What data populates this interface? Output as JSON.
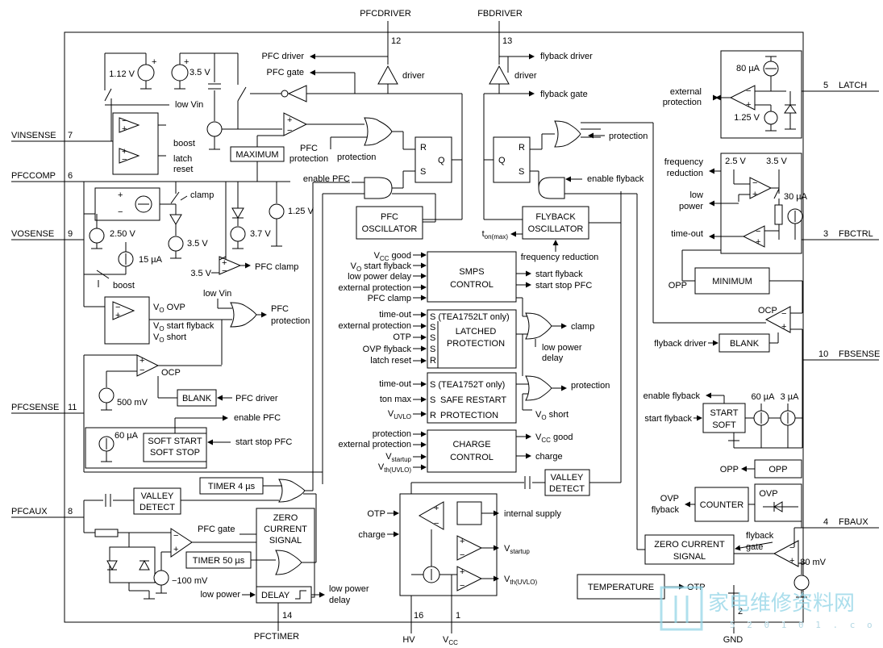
{
  "pins_top": [
    {
      "name": "PFCDRIVER",
      "num": "12"
    },
    {
      "name": "FBDRIVER",
      "num": "13"
    }
  ],
  "pins_left": [
    {
      "name": "VINSENSE",
      "num": "7"
    },
    {
      "name": "PFCCOMP",
      "num": "6"
    },
    {
      "name": "VOSENSE",
      "num": "9"
    },
    {
      "name": "PFCSENSE",
      "num": "11"
    },
    {
      "name": "PFCAUX",
      "num": "8"
    }
  ],
  "pins_right": [
    {
      "name": "LATCH",
      "num": "5"
    },
    {
      "name": "FBCTRL",
      "num": "3"
    },
    {
      "name": "FBSENSE",
      "num": "10"
    },
    {
      "name": "FBAUX",
      "num": "4"
    }
  ],
  "pins_bottom": [
    {
      "name": "PFCTIMER",
      "num": "14"
    },
    {
      "name": "HV",
      "num": "16"
    },
    {
      "name": "V",
      "sub": "CC",
      "num": "1"
    },
    {
      "name": "GND",
      "num": "2"
    }
  ],
  "blocks": {
    "maximum": "MAXIMUM",
    "pfc_osc_1": "PFC",
    "pfc_osc_2": "OSCILLATOR",
    "flyback_osc_1": "FLYBACK",
    "flyback_osc_2": "OSCILLATOR",
    "smps_1": "SMPS",
    "smps_2": "CONTROL",
    "latched_1": "S (TEA1752LT only)",
    "latched_2": "S",
    "latched_3": "S",
    "latched_4": "S",
    "latched_5": "R",
    "latched_title_1": "LATCHED",
    "latched_title_2": "PROTECTION",
    "safe_1": "S (TEA1752T only)",
    "safe_2": "S",
    "safe_3": "R",
    "safe_title_1": "SAFE RESTART",
    "safe_title_2": "PROTECTION",
    "charge_1": "CHARGE",
    "charge_2": "CONTROL",
    "blank_pfc": "BLANK",
    "blank_fb": "BLANK",
    "soft_1": "SOFT START",
    "soft_2": "SOFT STOP",
    "timer4": "TIMER 4 µs",
    "timer50": "TIMER 50 µs",
    "zcs_1": "ZERO",
    "zcs_2": "CURRENT",
    "zcs_3": "SIGNAL",
    "valley_pfc_1": "VALLEY",
    "valley_pfc_2": "DETECT",
    "valley_fb_1": "VALLEY",
    "valley_fb_2": "DETECT",
    "delay": "DELAY",
    "minimum": "MINIMUM",
    "start_soft_1": "START",
    "start_soft_2": "SOFT",
    "opp": "OPP",
    "counter": "COUNTER",
    "ovp": "OVP",
    "zcs_fb_1": "ZERO CURRENT",
    "zcs_fb_2": "SIGNAL",
    "temperature": "TEMPERATURE"
  },
  "labels": {
    "pfc_driver": "PFC driver",
    "pfc_gate": "PFC gate",
    "driver_a": "driver",
    "driver_b": "driver",
    "flyback_driver_top": "flyback driver",
    "flyback_gate_top": "flyback gate",
    "v112": "1.12 V",
    "v35a": "3.5 V",
    "low_vin": "low Vin",
    "boost": "boost",
    "latch": "latch",
    "reset": "reset",
    "pfc_prot_1": "PFC",
    "pfc_prot_2": "protection",
    "protection_a": "protection",
    "enable_pfc": "enable PFC",
    "r_a": "R",
    "q_a": "Q",
    "s_a": "S",
    "r_b": "R",
    "q_b": "Q",
    "s_b": "S",
    "protection_b": "protection",
    "enable_flyback": "enable flyback",
    "ton_max": "t",
    "ton_max_sub": "on(max)",
    "freq_red": "frequency reduction",
    "clamp": "clamp",
    "v37": "3.7 V",
    "v125a": "1.25 V",
    "v250": "2.50 V",
    "v35b": "3.5 V",
    "i15": "15 µA",
    "v35c": "3.5 V",
    "pfc_clamp": "PFC clamp",
    "boost2": "boost",
    "low_vin2": "low Vin",
    "vo_ovp": "V",
    "vo_ovp_sub": "O",
    "vo_ovp_rest": " OVP",
    "vo_start_fb": "V",
    "vo_start_fb_sub": "O",
    "vo_start_fb_rest": " start flyback",
    "vo_short": "V",
    "vo_short_sub": "O",
    "vo_short_rest": " short",
    "pfc_prot2_1": "PFC",
    "pfc_prot2_2": "protection",
    "ocp_a": "OCP",
    "mv500": "500 mV",
    "pfc_driver2": "PFC driver",
    "enable_pfc2": "enable PFC",
    "ua60a": "60 µA",
    "start_stop_pfc": "start stop PFC",
    "pfc_gate2": "PFC gate",
    "mv100": "−100 mV",
    "low_power": "low power",
    "low_power_delay_1": "low power",
    "low_power_delay_2": "delay",
    "smps_in_1": "V",
    "smps_in_1_sub": "CC",
    "smps_in_1_rest": " good",
    "smps_in_2": "V",
    "smps_in_2_sub": "O",
    "smps_in_2_rest": " start flyback",
    "smps_in_3": "low power delay",
    "smps_in_4": "external protection",
    "smps_in_5": "PFC clamp",
    "start_flyback": "start flyback",
    "start_stop_pfc2": "start stop PFC",
    "lat_in_1": "time-out",
    "lat_in_2": "external protection",
    "lat_in_3": "OTP",
    "lat_in_4": "OVP flyback",
    "lat_in_5": "latch reset",
    "clamp2": "clamp",
    "low_power_delay2_1": "low power",
    "low_power_delay2_2": "delay",
    "safe_in_1": "time-out",
    "safe_in_2": "ton max",
    "safe_in_3": "V",
    "safe_in_3_sub": "UVLO",
    "protection_c": "protection",
    "vo_short2": "V",
    "vo_short2_sub": "O",
    "vo_short2_rest": " short",
    "chg_in_1": "protection",
    "chg_in_2": "external protection",
    "chg_in_3": "V",
    "chg_in_3_sub": "startup",
    "chg_in_4": "V",
    "chg_in_4_sub": "th(UVLO)",
    "vcc_good": "V",
    "vcc_good_sub": "CC",
    "vcc_good_rest": " good",
    "charge_out": "charge",
    "otp_in": "OTP",
    "charge_in": "charge",
    "internal_supply": "internal supply",
    "vstartup": "V",
    "vstartup_sub": "startup",
    "vthuvlo": "V",
    "vthuvlo_sub": "th(UVLO)",
    "ua80": "80 µA",
    "ext_prot_1": "external",
    "ext_prot_2": "protection",
    "v125b": "1.25 V",
    "freq_red2_1": "frequency",
    "freq_red2_2": "reduction",
    "v25": "2.5 V",
    "v35d": "3.5 V",
    "low_power2_1": "low",
    "low_power2_2": "power",
    "ua30": "30 µA",
    "time_out": "time-out",
    "opp_lbl": "OPP",
    "ocp_b": "OCP",
    "flyback_driver2": "flyback driver",
    "enable_flyback2": "enable flyback",
    "start_flyback2": "start flyback",
    "ua60b": "60 µA",
    "ua3": "3 µA",
    "opp_lbl2": "OPP",
    "ovp_flyback_1": "OVP",
    "ovp_flyback_2": "flyback",
    "flyback_gate2_1": "flyback",
    "flyback_gate2_2": "gate",
    "mv80": "80 mV",
    "otp_out": "OTP"
  },
  "watermark": {
    "text": "家电维修资料网",
    "sub": "5 2 0 1 0 1 . c o m"
  }
}
